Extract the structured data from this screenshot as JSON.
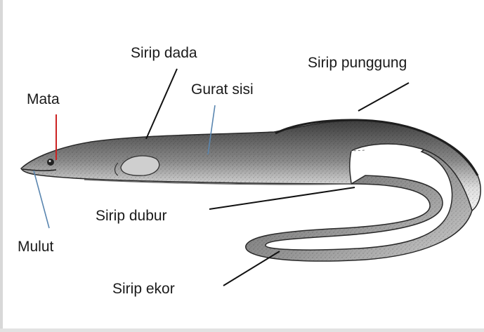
{
  "diagram": {
    "labels": {
      "mata": "Mata",
      "mulut": "Mulut",
      "sirip_dada": "Sirip dada",
      "gurat_sisi": "Gurat sisi",
      "sirip_punggung": "Sirip punggung",
      "sirip_dubur": "Sirip dubur",
      "sirip_ekor": "Sirip ekor"
    },
    "colors": {
      "background": "#ffffff",
      "mata_leader": "#cc2222",
      "blue_leaders": "#5a86b0",
      "black_leaders": "#111111",
      "eel_dark": "#4a4a4a",
      "eel_light": "#efefef"
    }
  }
}
